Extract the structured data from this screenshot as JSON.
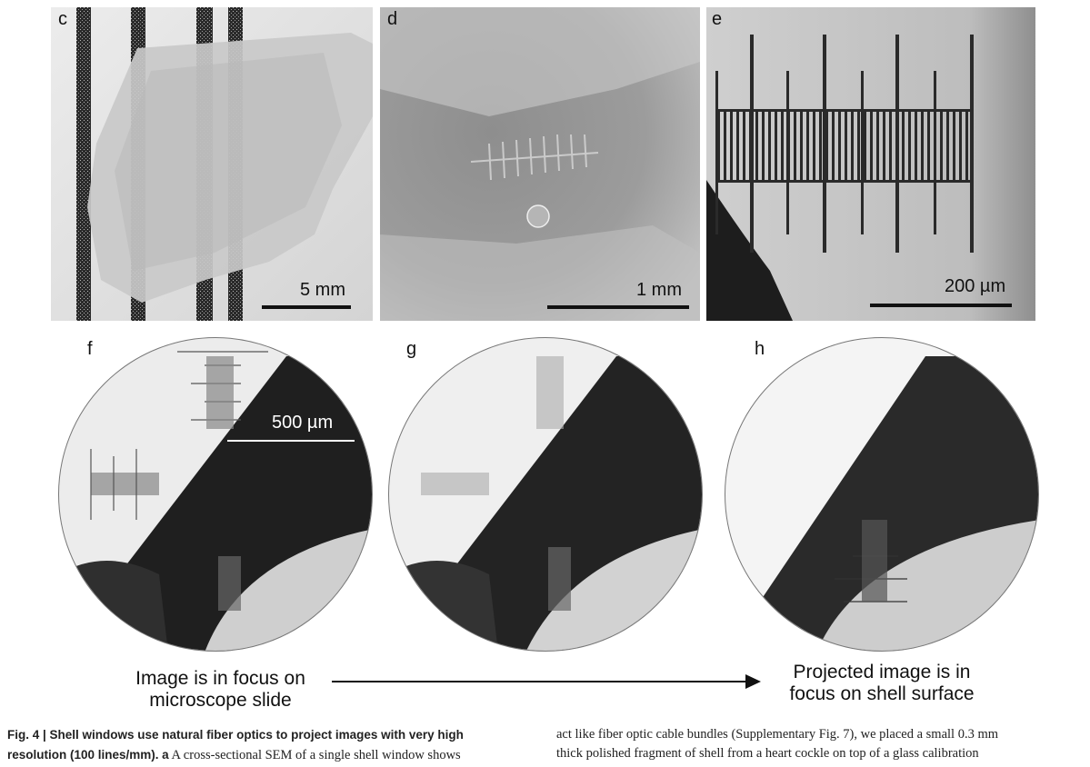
{
  "panels": {
    "c": {
      "label": "c",
      "scale": "5 mm"
    },
    "d": {
      "label": "d",
      "scale": "1 mm"
    },
    "e": {
      "label": "e",
      "scale": "200 µm"
    },
    "f": {
      "label": "f",
      "scale": "500 µm"
    },
    "g": {
      "label": "g"
    },
    "h": {
      "label": "h"
    }
  },
  "focus_left": [
    "Image is in focus on",
    "microscope slide"
  ],
  "focus_right": [
    "Projected image is in",
    "focus on shell surface"
  ],
  "caption": {
    "left_line1_bold": "Fig. 4 | Shell windows use natural fiber optics to project images with very high",
    "left_line2_bold": "resolution (100 lines/mm).",
    "left_line2_a": "a",
    "left_line2_rest": " A cross-sectional SEM of a single shell window shows",
    "right_line1": "act like fiber optic cable bundles (Supplementary Fig. 7), we placed a small 0.3 mm",
    "right_line2": "thick polished fragment of shell from a heart cockle on top of a glass calibration"
  }
}
